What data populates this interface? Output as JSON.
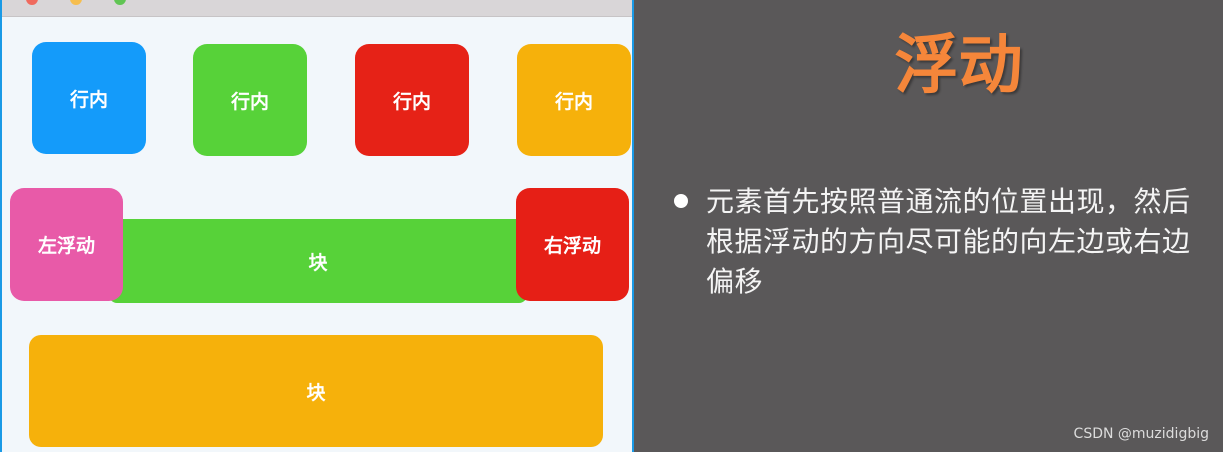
{
  "left_demo": {
    "inline_boxes": [
      "行内",
      "行内",
      "行内",
      "行内"
    ],
    "float_left_label": "左浮动",
    "block_label_1": "块",
    "float_right_label": "右浮动",
    "block_label_2": "块"
  },
  "slide": {
    "title": "浮动",
    "bullet": "元素首先按照普通流的位置出现，然后根据浮动的方向尽可能的向左边或右边偏移"
  },
  "watermark": "CSDN @muzidigbig",
  "colors": {
    "blue": "#149bfa",
    "green": "#57d239",
    "red": "#e62217",
    "orange": "#f6b10b",
    "pink": "#e85aa8",
    "title_orange": "#f5863a",
    "slide_bg": "#5a5859"
  }
}
